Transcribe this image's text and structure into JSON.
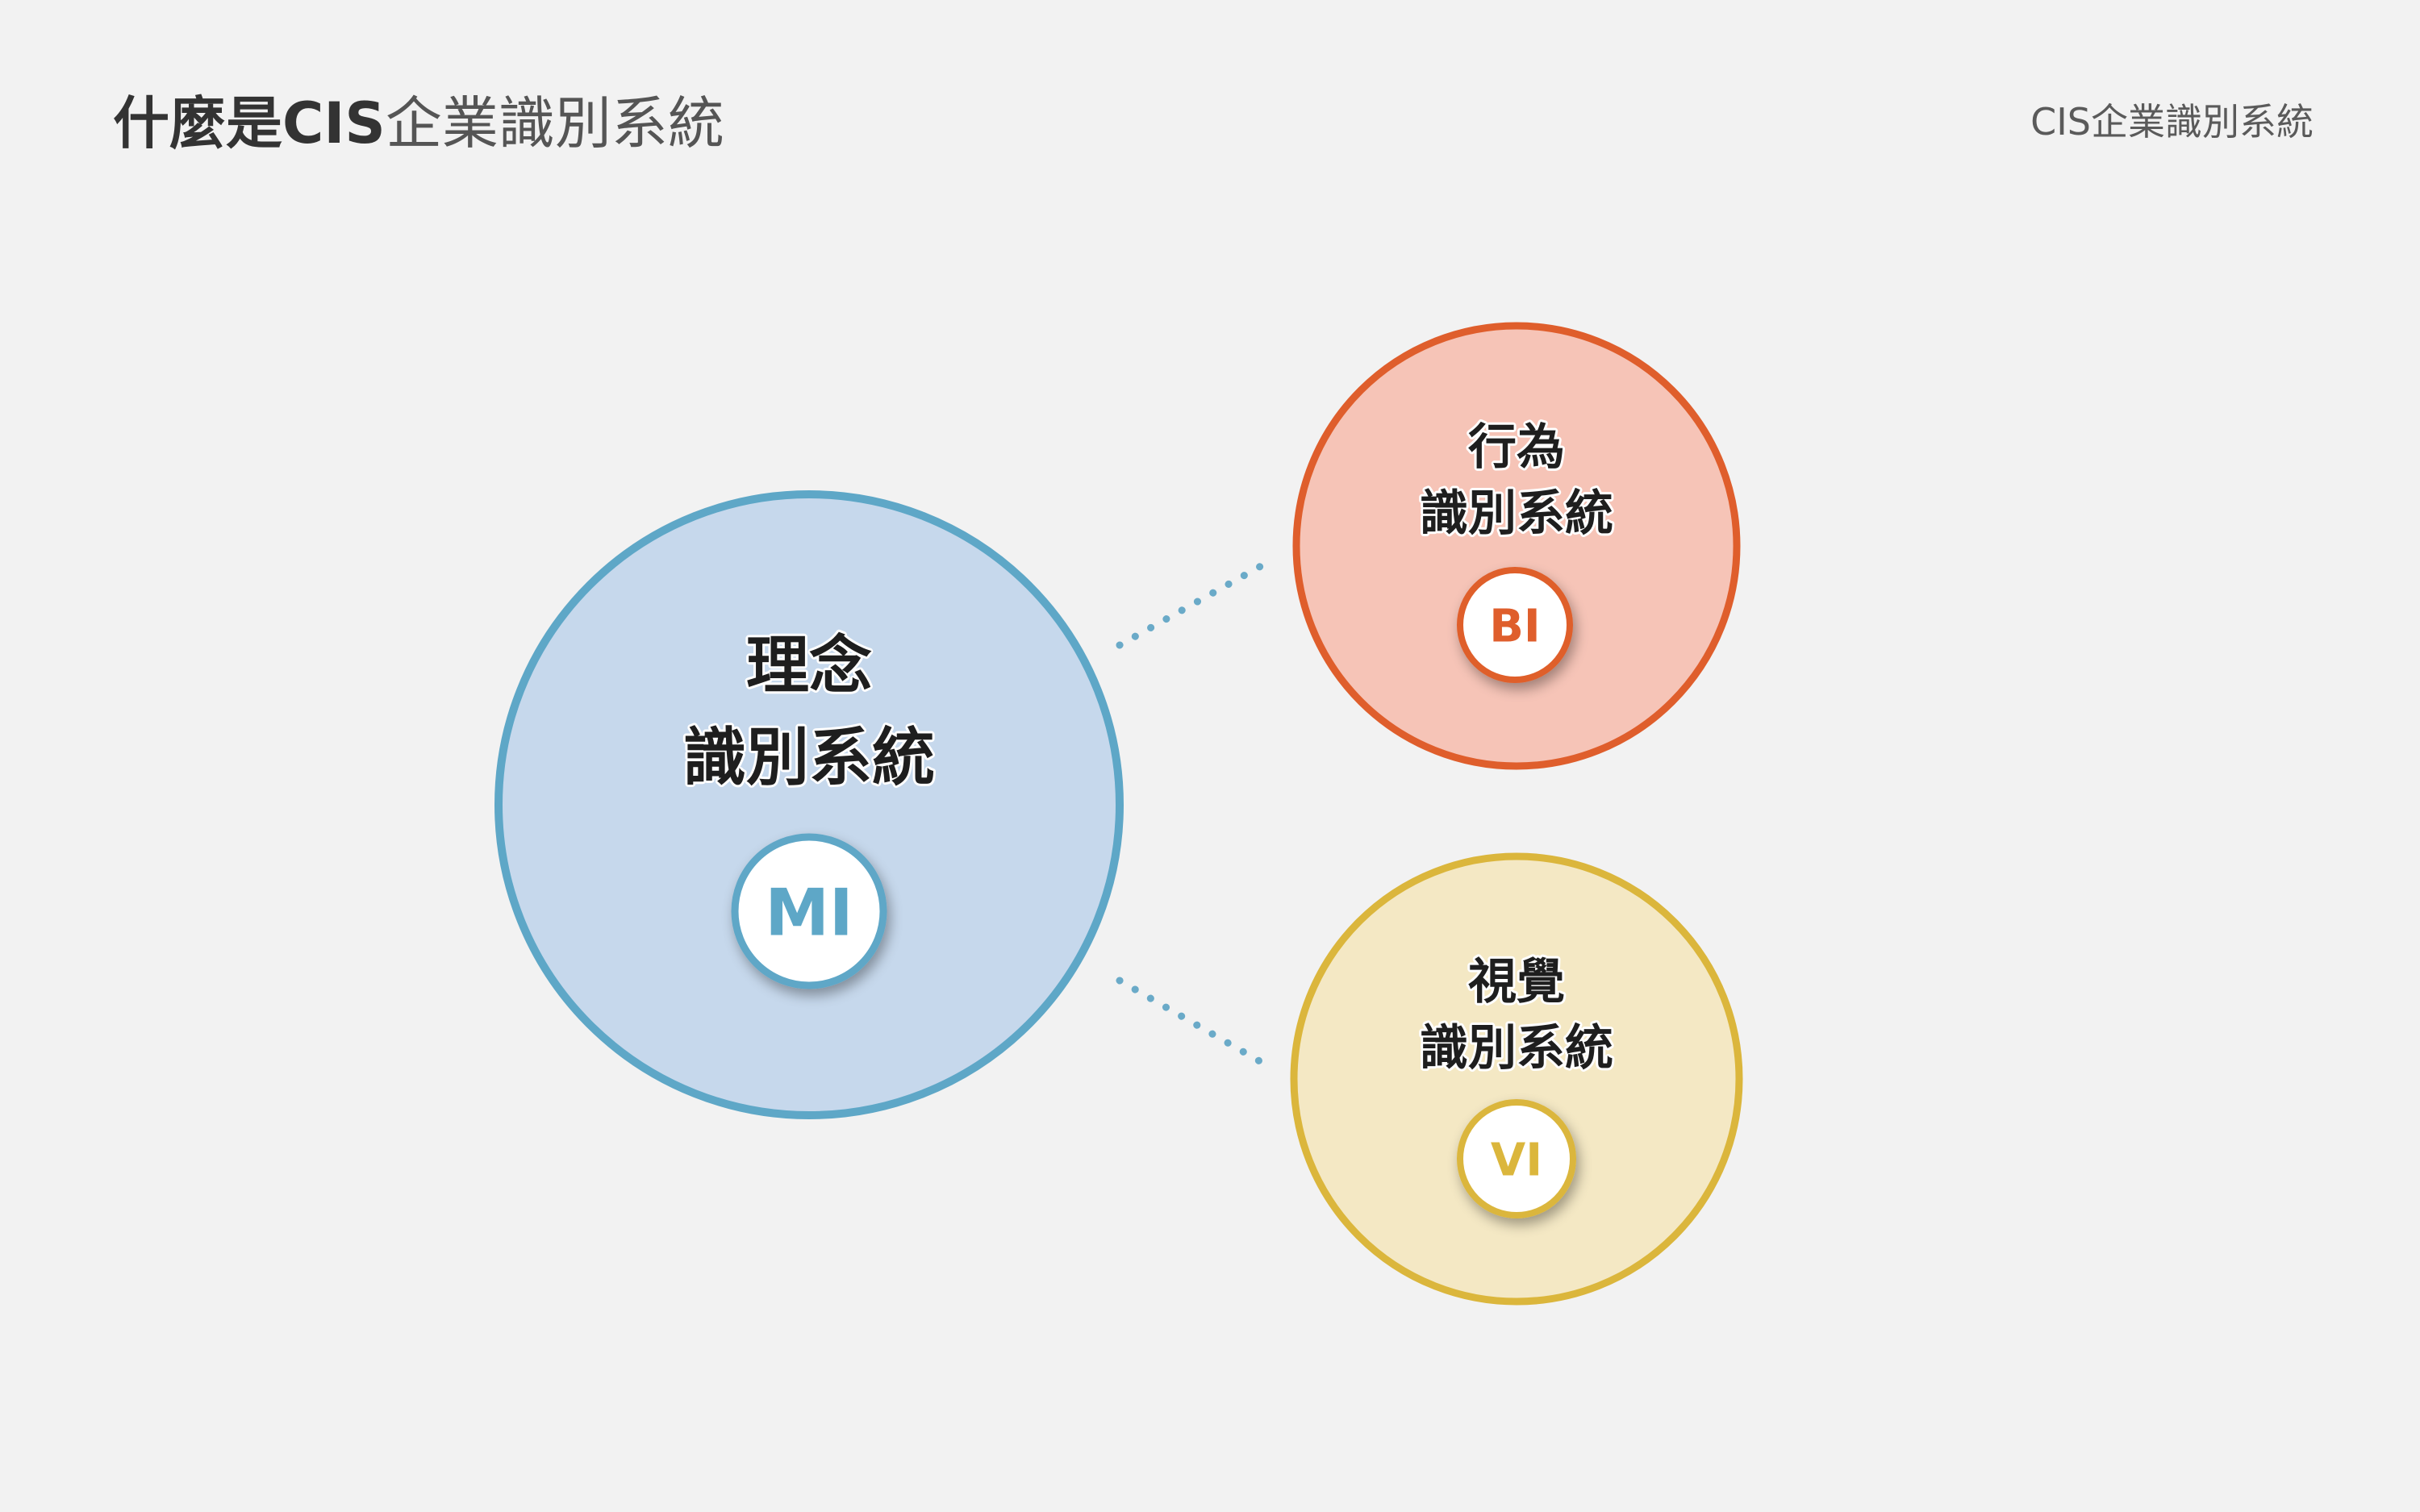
{
  "header": {
    "title_bold": "什麼是CIS",
    "title_light": "企業識別系統",
    "corner_label": "CIS企業識別系統"
  },
  "diagram": {
    "mi": {
      "line1": "理念",
      "line2": "識別系統",
      "badge": "MI",
      "fill_color": "#c6d8ec",
      "stroke_color": "#5ea7c7",
      "badge_text_color": "#5ea7c7"
    },
    "bi": {
      "line1": "行為",
      "line2": "識別系統",
      "badge": "BI",
      "fill_color": "#f6c4b7",
      "stroke_color": "#df5e2c",
      "badge_text_color": "#df5e2c"
    },
    "vi": {
      "line1": "視覺",
      "line2": "識別系統",
      "badge": "VI",
      "fill_color": "#f4e8c4",
      "stroke_color": "#dbb63c",
      "badge_text_color": "#dbb63c"
    },
    "connector_color": "#6aaac8"
  }
}
